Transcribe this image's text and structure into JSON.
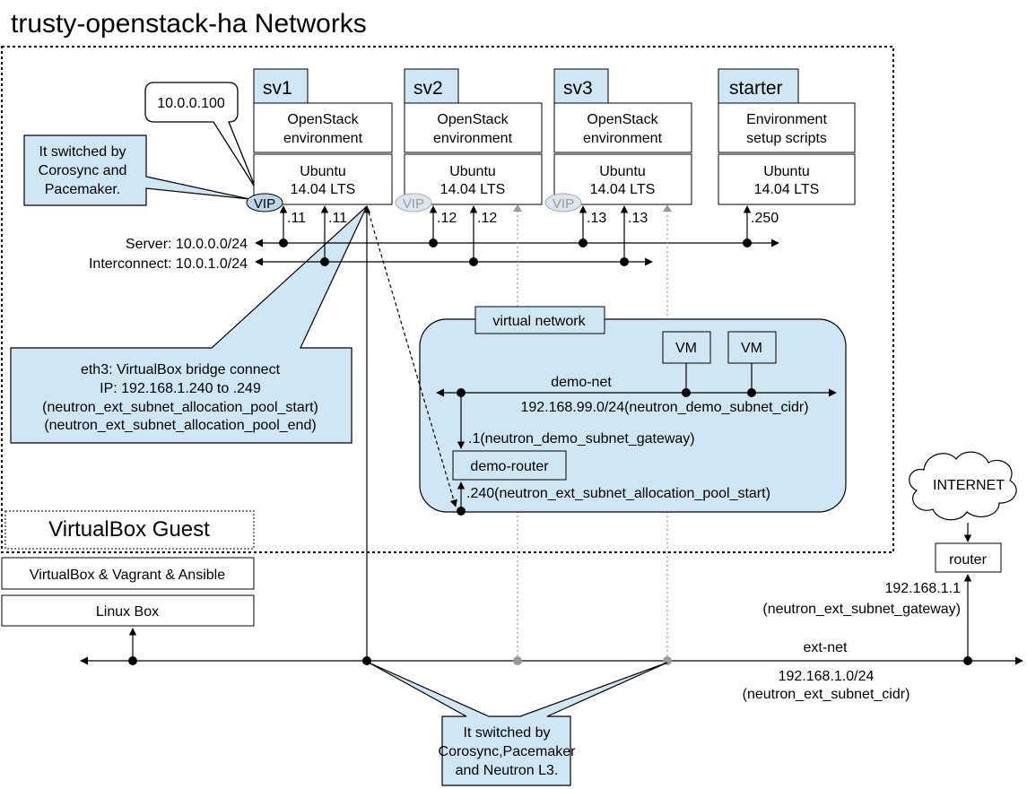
{
  "title": "trusty-openstack-ha  Networks",
  "colors": {
    "callout": "#cfe6f4",
    "vip": "#bcd6e8",
    "vip_faded": "#dde6ee",
    "line": "#000000",
    "standby_line": "#999999"
  },
  "servers": [
    {
      "name": "sv1",
      "app": [
        "OpenStack",
        "environment"
      ],
      "os": [
        "Ubuntu",
        "14.04 LTS"
      ],
      "vip": "VIP",
      "server_ip": ".11",
      "interconnect_ip": ".11"
    },
    {
      "name": "sv2",
      "app": [
        "OpenStack",
        "environment"
      ],
      "os": [
        "Ubuntu",
        "14.04 LTS"
      ],
      "vip": "VIP",
      "server_ip": ".12",
      "interconnect_ip": ".12"
    },
    {
      "name": "sv3",
      "app": [
        "OpenStack",
        "environment"
      ],
      "os": [
        "Ubuntu",
        "14.04 LTS"
      ],
      "vip": "VIP",
      "server_ip": ".13",
      "interconnect_ip": ".13"
    },
    {
      "name": "starter",
      "app": [
        "Environment",
        "setup scripts"
      ],
      "os": [
        "Ubuntu",
        "14.04 LTS"
      ],
      "server_ip": ".250"
    }
  ],
  "vip_callout": {
    "address": "10.0.0.100",
    "text": [
      "It switched by",
      "Corosync and",
      "Pacemaker."
    ]
  },
  "networks": {
    "server": "Server: 10.0.0.0/24",
    "interconnect": "Interconnect: 10.0.1.0/24"
  },
  "eth3_callout": [
    "eth3: VirtualBox bridge connect",
    "IP: 192.168.1.240 to .249",
    "(neutron_ext_subnet_allocation_pool_start)",
    "(neutron_ext_subnet_allocation_pool_end)"
  ],
  "virtual_network": {
    "label": "virtual network",
    "vm1": "VM",
    "vm2": "VM",
    "demo_net": "demo-net",
    "demo_cidr": "192.168.99.0/24(neutron_demo_subnet_cidr)",
    "gateway": ".1(neutron_demo_subnet_gateway)",
    "router": "demo-router",
    "router_ext_ip": ".240(neutron_ext_subnet_allocation_pool_start)"
  },
  "guest_label": "VirtualBox Guest",
  "host_layers": [
    "VirtualBox & Vagrant & Ansible",
    "Linux Box"
  ],
  "internet": "INTERNET",
  "router": "router",
  "gateway": [
    "192.168.1.1",
    "(neutron_ext_subnet_gateway)"
  ],
  "ext_net": {
    "name": "ext-net",
    "cidr": "192.168.1.0/24",
    "cidr_note": "(neutron_ext_subnet_cidr)"
  },
  "bottom_callout": [
    "It switched by",
    "Corosync,Pacemaker",
    "and Neutron L3."
  ]
}
